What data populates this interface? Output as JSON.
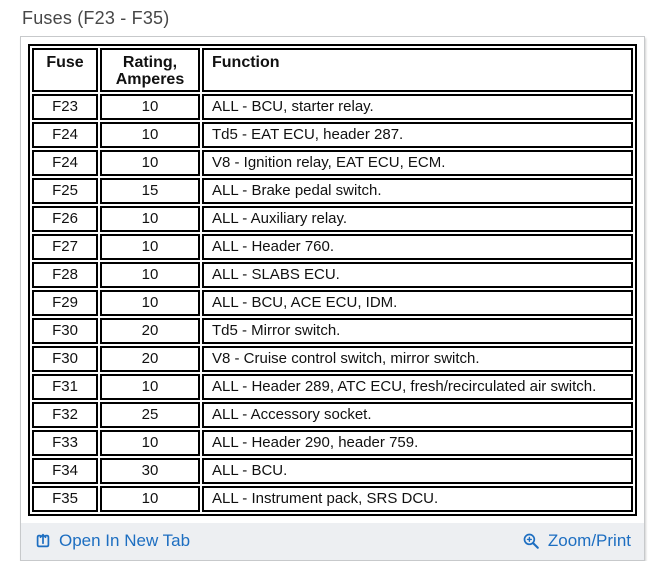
{
  "page": {
    "title": "Fuses (F23 - F35)"
  },
  "table": {
    "headers": {
      "fuse": "Fuse",
      "rating_line1": "Rating,",
      "rating_line2": "Amperes",
      "function": "Function"
    },
    "rows": [
      {
        "fuse": "F23",
        "rating": "10",
        "function": "ALL - BCU, starter relay."
      },
      {
        "fuse": "F24",
        "rating": "10",
        "function": "Td5 - EAT ECU, header 287."
      },
      {
        "fuse": "F24",
        "rating": "10",
        "function": "V8 - Ignition relay, EAT ECU, ECM."
      },
      {
        "fuse": "F25",
        "rating": "15",
        "function": "ALL - Brake pedal switch."
      },
      {
        "fuse": "F26",
        "rating": "10",
        "function": "ALL - Auxiliary relay."
      },
      {
        "fuse": "F27",
        "rating": "10",
        "function": "ALL - Header 760."
      },
      {
        "fuse": "F28",
        "rating": "10",
        "function": "ALL - SLABS ECU."
      },
      {
        "fuse": "F29",
        "rating": "10",
        "function": "ALL - BCU, ACE ECU, IDM."
      },
      {
        "fuse": "F30",
        "rating": "20",
        "function": "Td5 - Mirror switch."
      },
      {
        "fuse": "F30",
        "rating": "20",
        "function": "V8 - Cruise control switch, mirror switch."
      },
      {
        "fuse": "F31",
        "rating": "10",
        "function": "ALL - Header 289, ATC ECU, fresh/recirculated air switch."
      },
      {
        "fuse": "F32",
        "rating": "25",
        "function": "ALL - Accessory socket."
      },
      {
        "fuse": "F33",
        "rating": "10",
        "function": "ALL - Header 290, header 759."
      },
      {
        "fuse": "F34",
        "rating": "30",
        "function": "ALL - BCU."
      },
      {
        "fuse": "F35",
        "rating": "10",
        "function": "ALL - Instrument pack, SRS DCU."
      }
    ]
  },
  "footer": {
    "open_in_new_tab": "Open In New Tab",
    "zoom_print": "Zoom/Print"
  },
  "icons": {
    "open_in_new_tab": "open-in-new-tab-icon",
    "zoom_print": "zoom-in-icon"
  },
  "colors": {
    "link_blue": "#1d6ec1",
    "table_border": "#000000",
    "footer_bg": "#edeff2",
    "panel_border": "#c7c9cb",
    "title_text": "#474747"
  }
}
